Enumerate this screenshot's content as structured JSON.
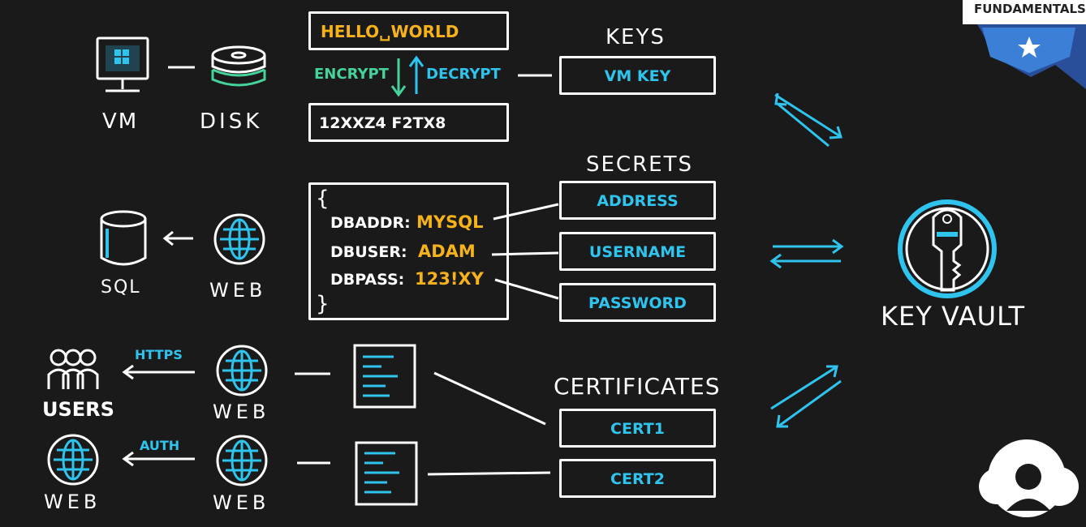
{
  "badge": {
    "label": "FUNDAMENTALS"
  },
  "encryption": {
    "plaintext": "HELLO␣WORLD",
    "encrypt": "ENCRYPT",
    "decrypt": "DECRYPT",
    "ciphertext": "12XXZ4 F2TX8"
  },
  "vm": {
    "vm_label": "VM",
    "disk_label": "DISK"
  },
  "keys": {
    "heading": "KEYS",
    "item": "VM KEY"
  },
  "sql": {
    "sql_label": "SQL",
    "web_label": "WEB"
  },
  "config": {
    "open_brace": "{",
    "close_brace": "}",
    "rows": [
      {
        "key": "DBADDR:",
        "value": "MYSQL"
      },
      {
        "key": "DBUSER:",
        "value": "ADAM"
      },
      {
        "key": "DBPASS:",
        "value": "123!XY"
      }
    ]
  },
  "secrets": {
    "heading": "SECRETS",
    "items": [
      "ADDRESS",
      "USERNAME",
      "PASSWORD"
    ]
  },
  "cert_flow": {
    "https_label": "HTTPS",
    "auth_label": "AUTH",
    "users_label": "USERS",
    "web_label_1": "WEB",
    "web_label_2": "WEB",
    "web_label_3": "WEB"
  },
  "certificates": {
    "heading": "CERTIFICATES",
    "items": [
      "CERT1",
      "CERT2"
    ]
  },
  "vault": {
    "label": "KEY VAULT"
  },
  "colors": {
    "accent": "#2ec4ee",
    "highlight": "#f5b21a",
    "encrypt": "#45d39a",
    "background": "#1a1a1a"
  }
}
